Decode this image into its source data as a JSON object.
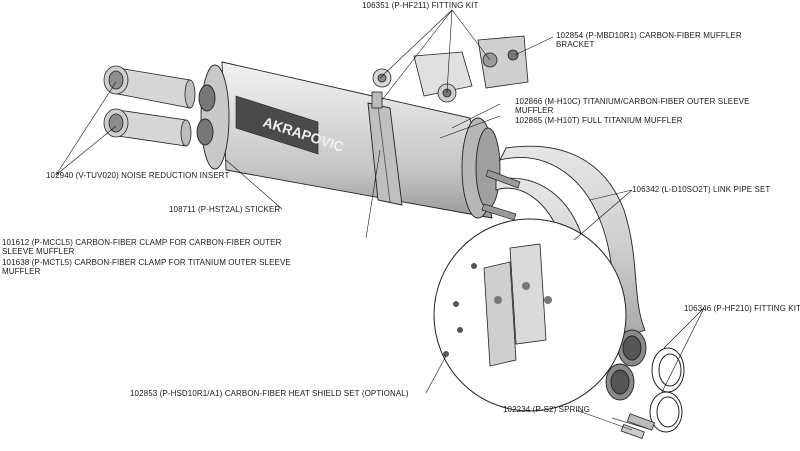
{
  "labels": {
    "fitting_kit_top": "106351 (P-HF211) FITTING KIT",
    "muffler_bracket_line1": "102854 (P-MBD10R1) CARBON-FIBER MUFFLER",
    "muffler_bracket_line2": "BRACKET",
    "outer_sleeve_line1": "102866 (M-H10C) TITANIUM/CARBON-FIBER OUTER SLEEVE",
    "outer_sleeve_line2": "MUFFLER",
    "full_titanium": "102865 (M-H10T) FULL TITANIUM MUFFLER",
    "noise_insert": "102940 (V-TUV020) NOISE REDUCTION INSERT",
    "link_pipe": "106342 (L-D10SO2T) LINK PIPE SET",
    "sticker": "108711 (P-HST2AL)  STICKER",
    "clamp_carbon_line1": "101612 (P-MCCL5) CARBON-FIBER CLAMP FOR CARBON-FIBER OUTER",
    "clamp_carbon_line2": "SLEEVE MUFFLER",
    "clamp_titanium_line1": "101638 (P-MCTL5) CARBON-FIBER CLAMP FOR TITANIUM OUTER SLEEVE",
    "clamp_titanium_line2": "MUFFLER",
    "fitting_kit_right": "106346 (P-HF210) FITTING KIT",
    "heat_shield": "102853 (P-HSD10R1/A1) CARBON-FIBER HEAT SHIELD SET (OPTIONAL)",
    "spring": "102234 (P-S2) SPRING"
  },
  "logo_text": "AKRAPOVIC"
}
